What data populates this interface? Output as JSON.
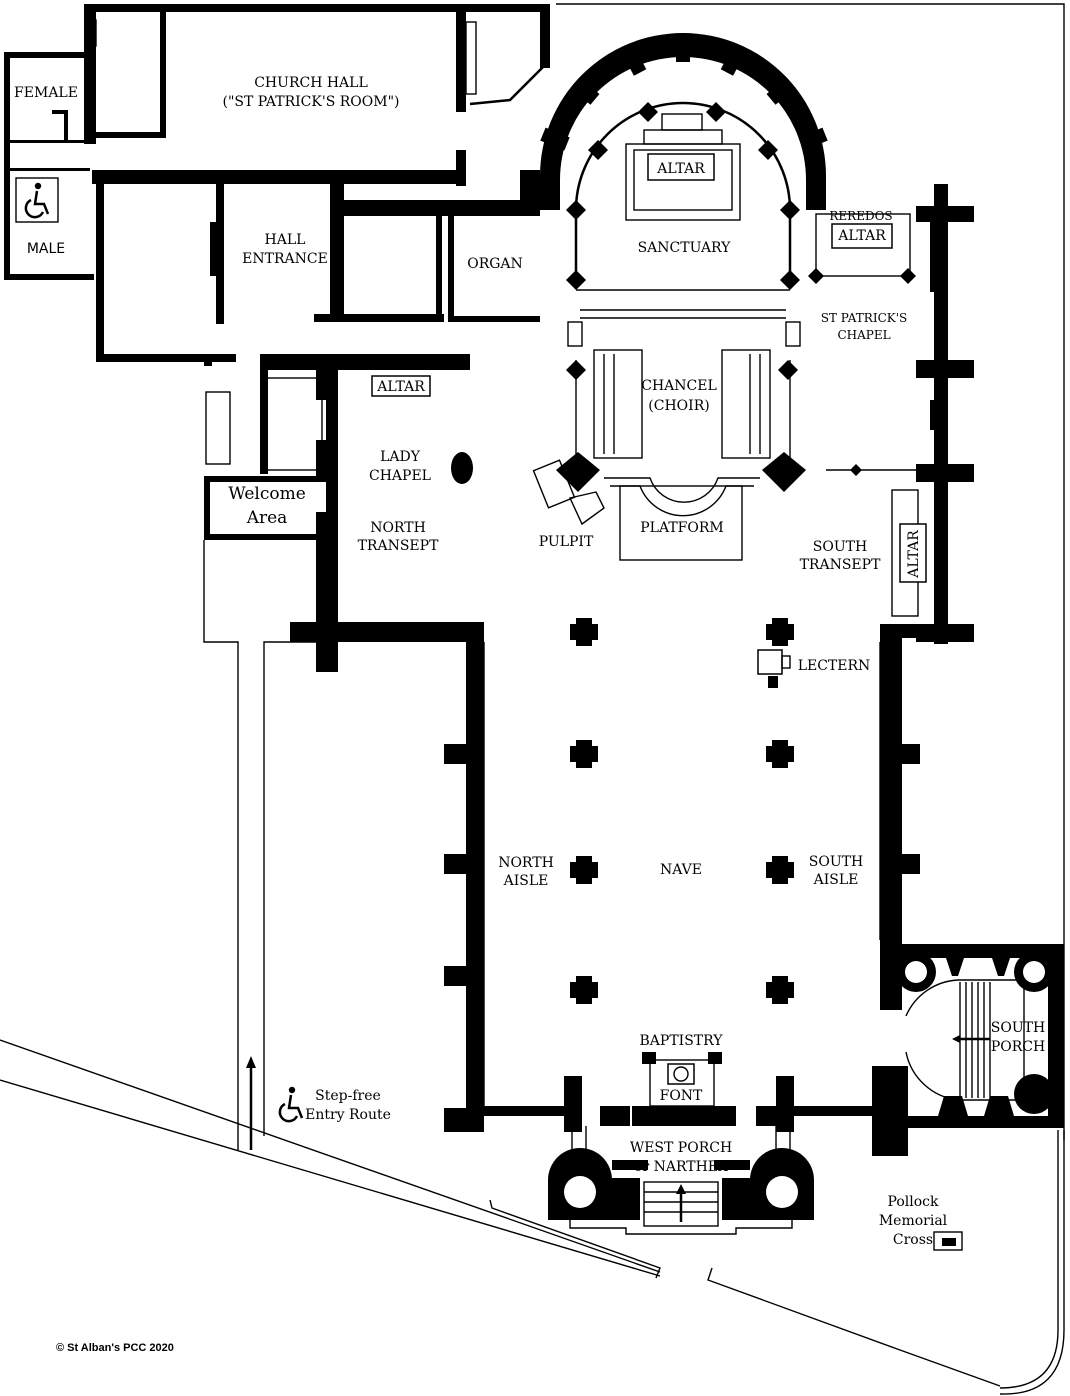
{
  "plan": {
    "rooms": {
      "female": "FEMALE",
      "male": "MALE",
      "church_hall_line1": "CHURCH HALL",
      "church_hall_line2": "(\"ST PATRICK'S ROOM\")",
      "hall_entrance_line1": "HALL",
      "hall_entrance_line2": "ENTRANCE",
      "organ": "ORGAN",
      "altar_main": "ALTAR",
      "sanctuary": "SANCTUARY",
      "reredos": "REREDOS",
      "altar_st_patricks": "ALTAR",
      "st_patricks_chapel_line1": "ST PATRICK'S",
      "st_patricks_chapel_line2": "CHAPEL",
      "altar_lady_chapel": "ALTAR",
      "lady_chapel_line1": "LADY",
      "lady_chapel_line2": "CHAPEL",
      "chancel_line1": "CHANCEL",
      "chancel_line2": "(CHOIR)",
      "welcome_line1": "Welcome",
      "welcome_line2": "Area",
      "north_transept_line1": "NORTH",
      "north_transept_line2": "TRANSEPT",
      "pulpit": "PULPIT",
      "platform": "PLATFORM",
      "south_transept_line1": "SOUTH",
      "south_transept_line2": "TRANSEPT",
      "altar_south_transept": "ALTAR",
      "lectern": "LECTERN",
      "north_aisle_line1": "NORTH",
      "north_aisle_line2": "AISLE",
      "nave": "NAVE",
      "south_aisle_line1": "SOUTH",
      "south_aisle_line2": "AISLE",
      "baptistry": "BAPTISTRY",
      "font": "FONT",
      "south_porch_line1": "SOUTH",
      "south_porch_line2": "PORCH",
      "west_porch_line1": "WEST PORCH",
      "west_porch_line2": "or NARTHEX"
    },
    "outside": {
      "step_free_line1": "Step-free",
      "step_free_line2": "Entry Route",
      "cross_line1": "Pollock",
      "cross_line2": "Memorial",
      "cross_line3": "Cross"
    },
    "icons": {
      "accessible": "wheelchair-icon",
      "entry_arrow": "arrow-up-icon"
    },
    "copyright": "© St Alban's PCC 2020"
  }
}
